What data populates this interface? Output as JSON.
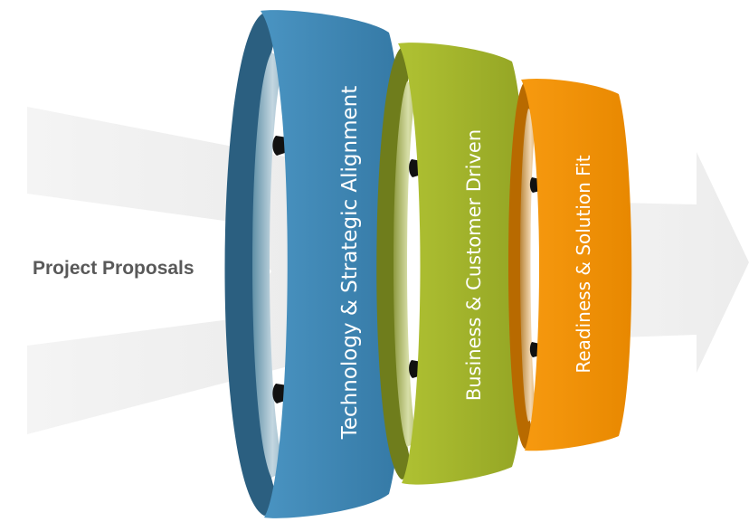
{
  "input": {
    "label": "Project Proposals"
  },
  "stages": [
    {
      "label": "Technology & Strategic Alignment",
      "color": "#3c86b4"
    },
    {
      "label": "Business & Customer Driven",
      "color": "#a3b52c"
    },
    {
      "label": "Readiness & Solution Fit",
      "color": "#f29000"
    }
  ],
  "colors": {
    "arrow": "#f1f1f1",
    "ring_blue": "#3c86b4",
    "ring_blue_dark": "#2b5f80",
    "ring_green": "#a3b52c",
    "ring_green_dark": "#6f7d1c",
    "ring_orange": "#f29000",
    "ring_orange_dark": "#b86a00"
  }
}
